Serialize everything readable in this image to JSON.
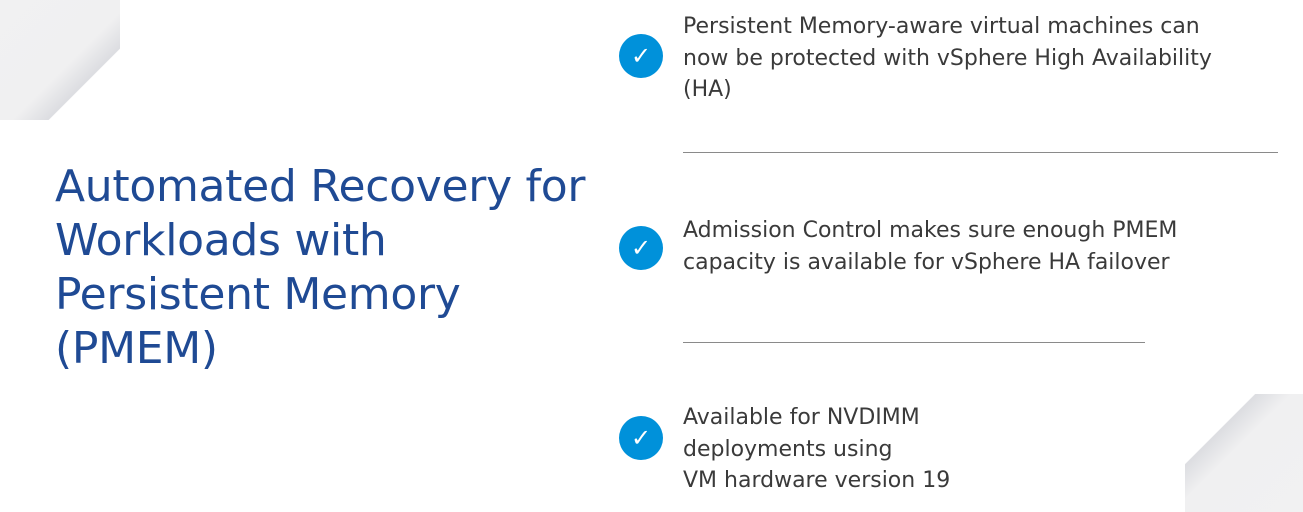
{
  "slide": {
    "title": "Automated Recovery for Workloads with Persistent Memory (PMEM)",
    "items": [
      {
        "icon": "check-circle-icon",
        "lines": [
          "Persistent Memory-aware virtual machines can",
          "now be protected with vSphere High Availability",
          "(HA)"
        ]
      },
      {
        "icon": "check-circle-icon",
        "lines": [
          "Admission Control makes sure enough PMEM",
          "capacity is available for vSphere HA failover"
        ]
      },
      {
        "icon": "check-circle-icon",
        "lines": [
          "Available for NVDIMM",
          "deployments using",
          "VM hardware version 19"
        ]
      }
    ],
    "check_glyph": "✓"
  },
  "colors": {
    "title": "#1f4a94",
    "check": "#0091da",
    "text": "#3a3a3a"
  }
}
